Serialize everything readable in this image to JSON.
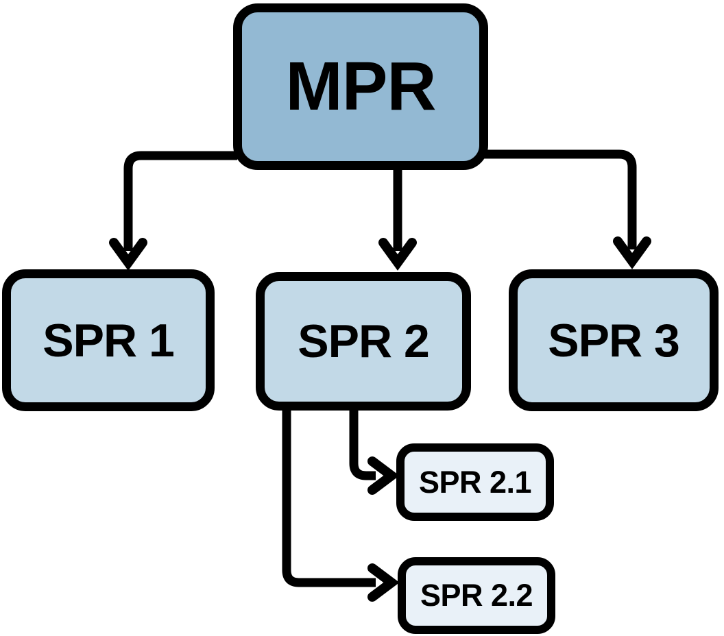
{
  "diagram": {
    "type": "hierarchy-flowchart",
    "nodes": [
      {
        "id": "mpr",
        "label": "MPR",
        "level": 1
      },
      {
        "id": "spr-1",
        "label": "SPR 1",
        "level": 2
      },
      {
        "id": "spr-2",
        "label": "SPR 2",
        "level": 2
      },
      {
        "id": "spr-3",
        "label": "SPR 3",
        "level": 2
      },
      {
        "id": "spr-2-1",
        "label": "SPR 2.1",
        "level": 3
      },
      {
        "id": "spr-2-2",
        "label": "SPR 2.2",
        "level": 3
      }
    ],
    "edges": [
      {
        "from": "MPR",
        "to": "SPR 1"
      },
      {
        "from": "MPR",
        "to": "SPR 2"
      },
      {
        "from": "MPR",
        "to": "SPR 3"
      },
      {
        "from": "SPR 2",
        "to": "SPR 2.1"
      },
      {
        "from": "SPR 2",
        "to": "SPR 2.2"
      }
    ],
    "colors": {
      "level1_fill": "#93b9d3",
      "level2_fill": "#c2d9e7",
      "level3_fill": "#e9f1f8",
      "stroke": "#000000",
      "text": "#000000",
      "background": "#ffffff"
    }
  }
}
